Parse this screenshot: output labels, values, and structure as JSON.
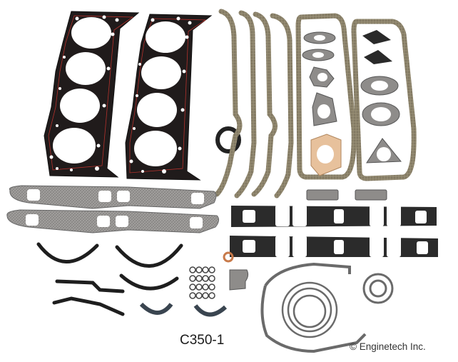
{
  "product": {
    "part_number": "C350-1",
    "copyright": "© Enginetech Inc.",
    "description": "Full engine gasket set"
  },
  "colors": {
    "background": "#ffffff",
    "head_gasket": "#1e1a1a",
    "head_gasket_trim": "#b3312c",
    "cork": "#8a8068",
    "graphite": "#8e8c8a",
    "intake_gasket": "#2b2b2b",
    "rubber": "#2a2a2a",
    "copper_paper": "#e7c19c",
    "copper_washer": "#c87a4a"
  },
  "components": [
    {
      "name": "cylinder-head-gasket",
      "count": 2
    },
    {
      "name": "oil-pan-side-gasket",
      "count": 4
    },
    {
      "name": "valve-cover-gasket",
      "count": 2
    },
    {
      "name": "rear-main-seal",
      "count": 1
    },
    {
      "name": "exhaust-manifold-gasket",
      "count": 2
    },
    {
      "name": "intake-manifold-gasket",
      "count": 2
    },
    {
      "name": "timing-cover-gasket",
      "count": 1
    },
    {
      "name": "o-ring-set",
      "count": 16
    }
  ]
}
